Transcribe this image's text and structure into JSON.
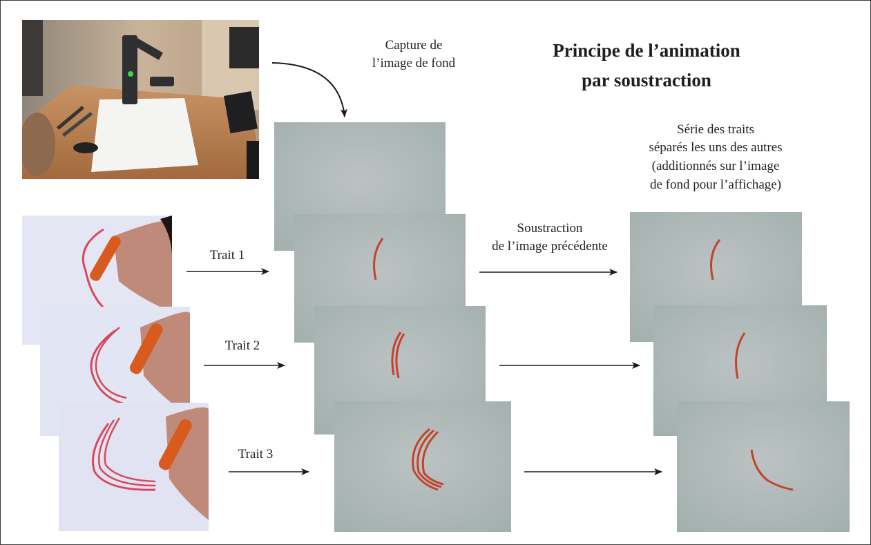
{
  "title": {
    "line1": "Principe de l’animation",
    "line2": "par soustraction"
  },
  "labels": {
    "capture_line1": "Capture de",
    "capture_line2": "l’image de fond",
    "soustraction_line1": "Soustraction",
    "soustraction_line2": "de l’image précédente",
    "serie_line1": "Série des traits",
    "serie_line2": "séparés les uns des autres",
    "serie_line3": "(additionnés sur l’image",
    "serie_line4": "de fond pour l’affichage)"
  },
  "strokes": [
    {
      "label": "Trait 1"
    },
    {
      "label": "Trait 2"
    },
    {
      "label": "Trait 3"
    }
  ],
  "colors": {
    "frame_background": "#a9b6b1",
    "stroke_red": "#c2432a",
    "pastel_paper": "#e4e6f4",
    "crayon_orange": "#d95a1e",
    "arrow": "#1a1a1a"
  }
}
